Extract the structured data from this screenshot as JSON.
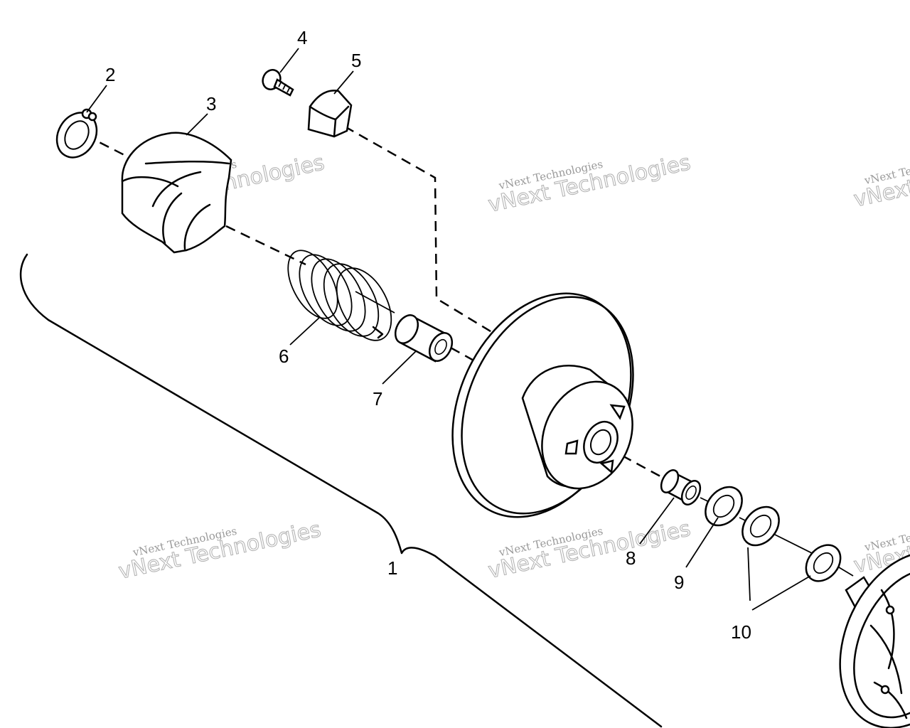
{
  "diagram": {
    "callouts": [
      {
        "id": "1",
        "label": "1"
      },
      {
        "id": "2",
        "label": "2"
      },
      {
        "id": "3",
        "label": "3"
      },
      {
        "id": "4",
        "label": "4"
      },
      {
        "id": "5",
        "label": "5"
      },
      {
        "id": "6",
        "label": "6"
      },
      {
        "id": "7",
        "label": "7"
      },
      {
        "id": "8",
        "label": "8"
      },
      {
        "id": "9",
        "label": "9"
      },
      {
        "id": "10",
        "label": "10"
      }
    ],
    "watermark": {
      "line1": "vNext Technologies",
      "line2": "vNext Technologies"
    }
  }
}
